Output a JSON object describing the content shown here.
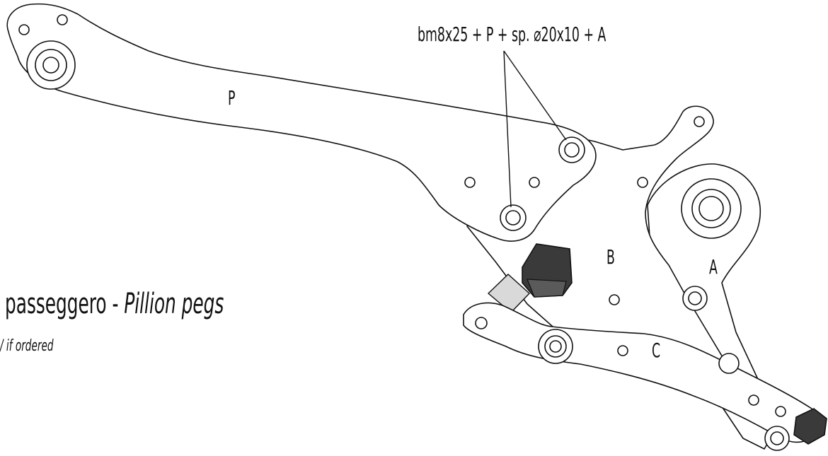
{
  "labels": {
    "part_p": "P",
    "part_b": "B",
    "part_a": "A",
    "part_c": "C",
    "callout": "bm8x25 + P + sp. ⌀20x10 + A"
  },
  "caption": {
    "title_regular": "passeggero - ",
    "title_italic": "Pillion pegs",
    "subtitle": "/ if ordered"
  }
}
